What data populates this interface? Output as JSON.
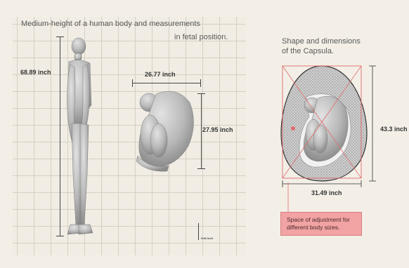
{
  "left_panel": {
    "heading_line1": "Medium-height of a human body and measurements",
    "heading_line2": "in fetal position.",
    "standing_height": "68.89 inch",
    "fetal_width": "26.77 inch",
    "fetal_height": "27.95 inch",
    "floor_offset": "9.84 inch"
  },
  "right_panel": {
    "title_line1": "Shape and dimensions",
    "title_line2": "of the Capsula.",
    "capsule_height": "43.3 inch",
    "capsule_width": "31.49 inch",
    "adjustment_note": "Space of adjustment for different body sizes."
  },
  "colors": {
    "grid_line": "#d6d0c3",
    "capsule_outline": "#333333",
    "adjust_zone": "#f2a3a3",
    "adjust_guide": "#e06b6b"
  },
  "icons": [
    "standing-figure-icon",
    "fetal-figure-icon",
    "capsule-icon"
  ]
}
